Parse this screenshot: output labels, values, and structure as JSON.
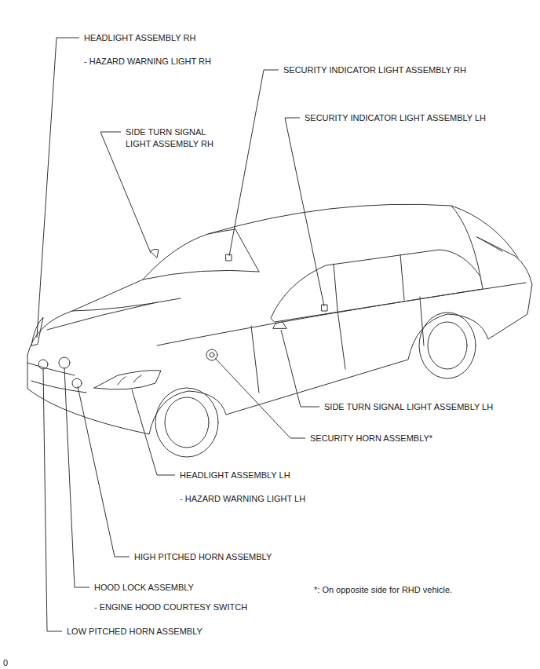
{
  "diagram": {
    "labels": [
      "HEADLIGHT ASSEMBLY RH",
      "- HAZARD WARNING LIGHT RH",
      "SECURITY INDICATOR LIGHT ASSEMBLY RH",
      "SECURITY INDICATOR LIGHT ASSEMBLY LH",
      "SIDE TURN SIGNAL LIGHT ASSEMBLY RH",
      "SIDE TURN SIGNAL LIGHT ASSEMBLY LH",
      "SECURITY HORN ASSEMBLY*",
      "HEADLIGHT ASSEMBLY LH",
      "- HAZARD WARNING LIGHT LH",
      "HIGH PITCHED HORN ASSEMBLY",
      "HOOD LOCK ASSEMBLY",
      "- ENGINE HOOD COURTESY SWITCH",
      "*: On opposite side for RHD vehicle.",
      "LOW PITCHED HORN ASSEMBLY",
      "0"
    ]
  }
}
